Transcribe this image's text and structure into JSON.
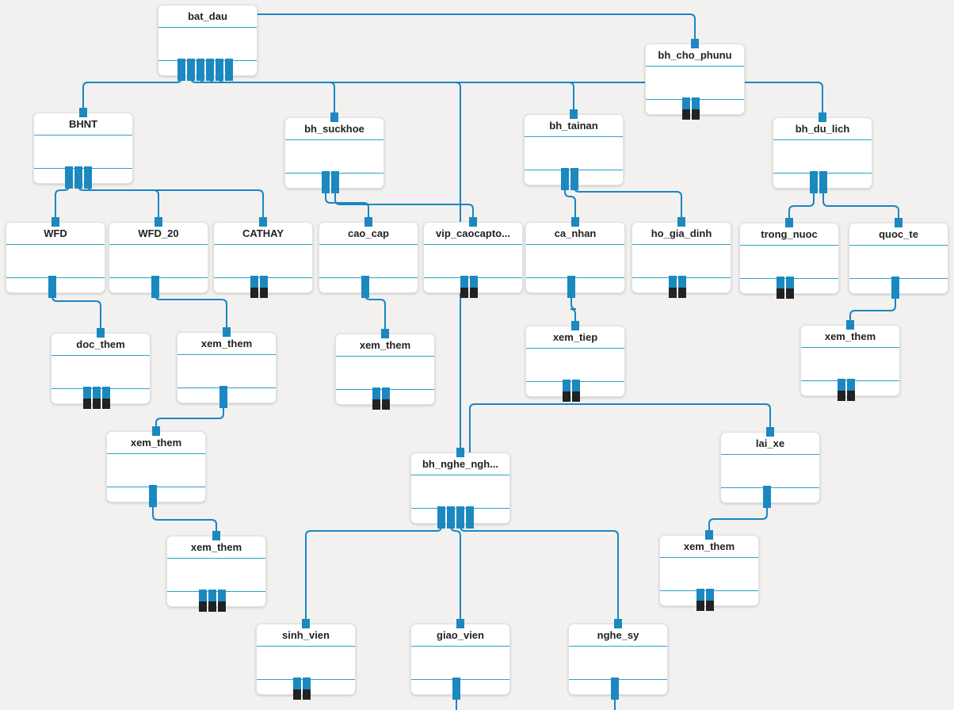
{
  "colors": {
    "edge": "#1a86c2",
    "port": "#1c88c0",
    "port_unconnected": "#222222",
    "background": "#f2f1ef",
    "separator": "#2aa3c9"
  },
  "nodes": [
    {
      "id": "bat_dau",
      "label": "bat_dau"
    },
    {
      "id": "bh_cho_phunu",
      "label": "bh_cho_phunu"
    },
    {
      "id": "BHNT",
      "label": "BHNT"
    },
    {
      "id": "bh_suckhoe",
      "label": "bh_suckhoe"
    },
    {
      "id": "bh_tainan",
      "label": "bh_tainan"
    },
    {
      "id": "bh_du_lich",
      "label": "bh_du_lich"
    },
    {
      "id": "WFD",
      "label": "WFD"
    },
    {
      "id": "WFD_20",
      "label": "WFD_20"
    },
    {
      "id": "CATHAY",
      "label": "CATHAY"
    },
    {
      "id": "cao_cap",
      "label": "cao_cap"
    },
    {
      "id": "vip_caocapto",
      "label": "vip_caocapto..."
    },
    {
      "id": "ca_nhan",
      "label": "ca_nhan"
    },
    {
      "id": "ho_gia_dinh",
      "label": "ho_gia_dinh"
    },
    {
      "id": "trong_nuoc",
      "label": "trong_nuoc"
    },
    {
      "id": "quoc_te",
      "label": "quoc_te"
    },
    {
      "id": "doc_them",
      "label": "doc_them"
    },
    {
      "id": "xem_them_wfd20",
      "label": "xem_them"
    },
    {
      "id": "xem_them_caocap",
      "label": "xem_them"
    },
    {
      "id": "xem_tiep",
      "label": "xem_tiep"
    },
    {
      "id": "xem_them_quocte",
      "label": "xem_them"
    },
    {
      "id": "xem_them_2",
      "label": "xem_them"
    },
    {
      "id": "xem_them_3",
      "label": "xem_them"
    },
    {
      "id": "bh_nghe_nghiep",
      "label": "bh_nghe_ngh..."
    },
    {
      "id": "lai_xe",
      "label": "lai_xe"
    },
    {
      "id": "xem_them_laixe",
      "label": "xem_them"
    },
    {
      "id": "sinh_vien",
      "label": "sinh_vien"
    },
    {
      "id": "giao_vien",
      "label": "giao_vien"
    },
    {
      "id": "nghe_sy",
      "label": "nghe_sy"
    }
  ],
  "edges": [
    {
      "from": "bat_dau",
      "to": "BHNT"
    },
    {
      "from": "bat_dau",
      "to": "bh_suckhoe"
    },
    {
      "from": "bat_dau",
      "to": "bh_tainan"
    },
    {
      "from": "bat_dau",
      "to": "bh_du_lich"
    },
    {
      "from": "bat_dau",
      "to": "bh_nghe_nghiep"
    },
    {
      "from": "bat_dau",
      "to": "bh_cho_phunu"
    },
    {
      "from": "BHNT",
      "to": "WFD"
    },
    {
      "from": "BHNT",
      "to": "WFD_20"
    },
    {
      "from": "BHNT",
      "to": "CATHAY"
    },
    {
      "from": "bh_suckhoe",
      "to": "cao_cap"
    },
    {
      "from": "bh_suckhoe",
      "to": "vip_caocapto"
    },
    {
      "from": "bh_tainan",
      "to": "ca_nhan"
    },
    {
      "from": "bh_tainan",
      "to": "ho_gia_dinh"
    },
    {
      "from": "bh_du_lich",
      "to": "trong_nuoc"
    },
    {
      "from": "bh_du_lich",
      "to": "quoc_te"
    },
    {
      "from": "WFD",
      "to": "doc_them"
    },
    {
      "from": "WFD_20",
      "to": "xem_them_wfd20"
    },
    {
      "from": "xem_them_wfd20",
      "to": "xem_them_2"
    },
    {
      "from": "xem_them_2",
      "to": "xem_them_3"
    },
    {
      "from": "cao_cap",
      "to": "xem_them_caocap"
    },
    {
      "from": "ca_nhan",
      "to": "xem_tiep"
    },
    {
      "from": "quoc_te",
      "to": "xem_them_quocte"
    },
    {
      "from": "bh_nghe_nghiep",
      "to": "sinh_vien"
    },
    {
      "from": "bh_nghe_nghiep",
      "to": "giao_vien"
    },
    {
      "from": "bh_nghe_nghiep",
      "to": "nghe_sy"
    },
    {
      "from": "bh_nghe_nghiep",
      "to": "lai_xe"
    },
    {
      "from": "lai_xe",
      "to": "xem_them_laixe"
    }
  ]
}
